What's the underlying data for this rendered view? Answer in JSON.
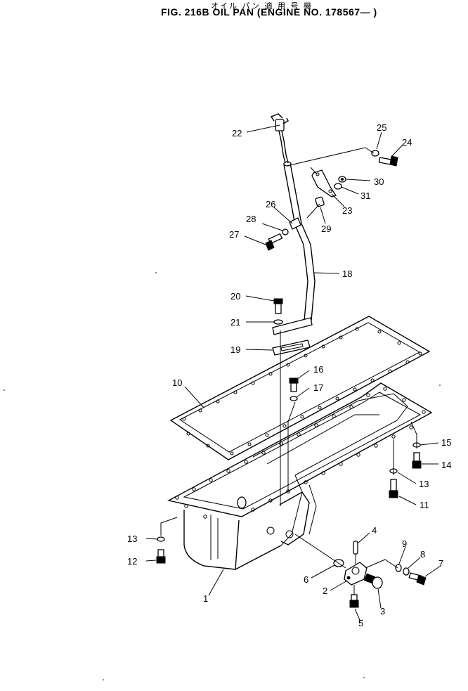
{
  "header": {
    "subtitle_jp": "オイル パン 適 用 号 機",
    "title": "FIG. 216B  OIL PAN (ENGINE NO. 178567— )"
  },
  "callouts": {
    "p1": "1",
    "p2": "2",
    "p3": "3",
    "p4": "4",
    "p5": "5",
    "p6": "6",
    "p7": "7",
    "p8": "8",
    "p9": "9",
    "p10": "10",
    "p11": "11",
    "p12": "12",
    "p13a": "13",
    "p13b": "13",
    "p14": "14",
    "p15": "15",
    "p16": "16",
    "p17": "17",
    "p18": "18",
    "p19": "19",
    "p20": "20",
    "p21": "21",
    "p22": "22",
    "p23": "23",
    "p24": "24",
    "p25": "25",
    "p26": "26",
    "p27": "27",
    "p28": "28",
    "p29": "29",
    "p30": "30",
    "p31": "31"
  }
}
